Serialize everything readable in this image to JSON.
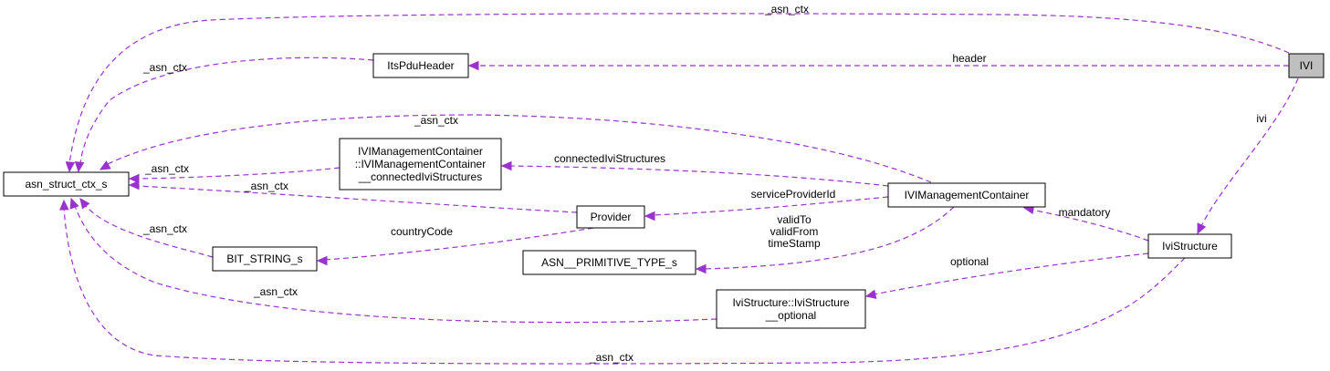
{
  "colors": {
    "edge": "#9a32cd",
    "node_border": "#000000",
    "node_fill": "#ffffff",
    "highlight_fill": "#bfbfbf"
  },
  "nodes": {
    "ivi": [
      "IVI"
    ],
    "itspduheader": [
      "ItsPduHeader"
    ],
    "asn_struct_ctx_s": [
      "asn_struct_ctx_s"
    ],
    "ivimc_connected": [
      "IVIManagementContainer",
      "::IVIManagementContainer",
      "__connectedIviStructures"
    ],
    "ivimanagementcontainer": [
      "IVIManagementContainer"
    ],
    "provider": [
      "Provider"
    ],
    "bit_string_s": [
      "BIT_STRING_s"
    ],
    "asn_primitive_type_s": [
      "ASN__PRIMITIVE_TYPE_s"
    ],
    "ivistructure": [
      "IviStructure"
    ],
    "ivistructure_optional": [
      "IviStructure::IviStructure",
      "__optional"
    ]
  },
  "edges": {
    "ivi_ctx": [
      "_asn_ctx"
    ],
    "ivi_header": [
      "header"
    ],
    "ivi_ivi": [
      "ivi"
    ],
    "header_ctx": [
      "_asn_ctx"
    ],
    "mc_ctx": [
      "_asn_ctx"
    ],
    "mcc_ctx": [
      "_asn_ctx"
    ],
    "mc_connected": [
      "connectedIviStructures"
    ],
    "provider_ctx": [
      "_asn_ctx"
    ],
    "mc_provider": [
      "serviceProviderId"
    ],
    "bit_ctx": [
      "_asn_ctx"
    ],
    "provider_bit": [
      "countryCode"
    ],
    "mc_primitive": [
      "validTo",
      "validFrom",
      "timeStamp"
    ],
    "is_mandatory": [
      "mandatory"
    ],
    "is_optional": [
      "optional"
    ],
    "opt_ctx": [
      "_asn_ctx"
    ],
    "is_ctx": [
      "_asn_ctx"
    ]
  }
}
